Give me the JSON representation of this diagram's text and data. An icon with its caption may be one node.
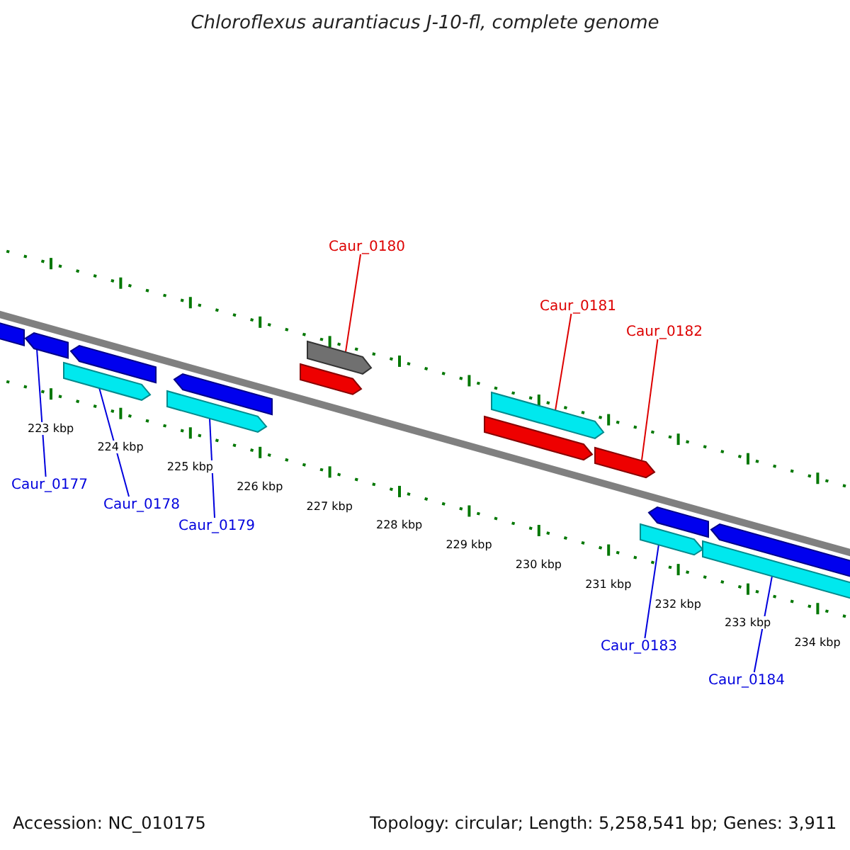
{
  "diagram": {
    "title": "Chloroflexus aurantiacus J-10-fl, complete genome",
    "nodes": [
      {
        "text": [
          "Caur_0180"
        ]
      },
      {
        "text": [],
        "shape": "arrow"
      },
      {
        "text": [
          "Caur_0181"
        ]
      },
      {
        "text": [],
        "shape": "arrow"
      },
      {
        "text": [
          "Caur_0182"
        ]
      },
      {
        "text": [],
        "shape": "arrow"
      },
      {
        "text": [
          "Caur_0177"
        ]
      },
      {
        "text": [],
        "shape": "arrow"
      },
      {
        "text": [
          "Caur_0178"
        ]
      },
      {
        "text": [],
        "shape": "arrow"
      },
      {
        "text": [
          "Caur_0179"
        ]
      },
      {
        "text": [],
        "shape": "arrow"
      },
      {
        "text": [
          "Caur_0183"
        ]
      },
      {
        "text": [],
        "shape": "arrow"
      },
      {
        "text": [
          "Caur_0184"
        ]
      },
      {
        "text": [],
        "shape": "arrow"
      },
      {
        "text": [],
        "shape": "arrow"
      },
      {
        "text": [],
        "shape": "arrow"
      },
      {
        "text": [],
        "shape": "arrow"
      },
      {
        "text": [],
        "shape": "arrow"
      },
      {
        "text": [],
        "shape": "arrow"
      },
      {
        "text": [],
        "shape": "arrow"
      },
      {
        "text": [],
        "shape": "arrow"
      }
    ],
    "edges": [
      {
        "from": 0,
        "to": 1,
        "arrow": "none",
        "color": "#dd0000"
      },
      {
        "from": 2,
        "to": 3,
        "arrow": "none",
        "color": "#dd0000"
      },
      {
        "from": 4,
        "to": 5,
        "arrow": "none",
        "color": "#dd0000"
      },
      {
        "from": 6,
        "to": 7,
        "arrow": "none"
      },
      {
        "from": 8,
        "to": 9,
        "arrow": "none"
      },
      {
        "from": 10,
        "to": 11,
        "arrow": "none"
      },
      {
        "from": 12,
        "to": 13,
        "arrow": "none"
      },
      {
        "from": 14,
        "to": 15,
        "arrow": "none"
      }
    ],
    "labels": [
      "223 kbp",
      "224 kbp",
      "225 kbp",
      "226 kbp",
      "227 kbp",
      "228 kbp",
      "229 kbp",
      "230 kbp",
      "231 kbp",
      "232 kbp",
      "233 kbp",
      "234 kbp",
      "Accession: NC_010175",
      "Topology: circular; Length: 5,258,541 bp; Genes: 3,911"
    ]
  }
}
